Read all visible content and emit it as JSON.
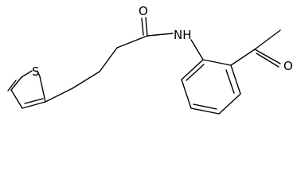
{
  "molecule": {
    "atoms": {
      "sulfur": "S",
      "amide_oxygen": "O",
      "amide_nitrogen": "NH",
      "ketone_oxygen": "O"
    },
    "colors": {
      "bond": "#000000",
      "label": "#000000",
      "background": "#ffffff"
    }
  }
}
